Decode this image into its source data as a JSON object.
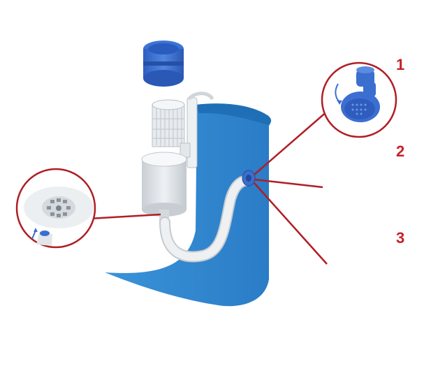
{
  "steps": [
    {
      "number": "1"
    },
    {
      "number": "2"
    },
    {
      "number": "3"
    }
  ],
  "colors": {
    "pool_wall": "#2f86d0",
    "pool_wall_dark": "#1f6fb6",
    "callout_ring": "#b01e24",
    "number_red": "#c62128",
    "fitting_blue": "#3a6fcf",
    "hose_white": "#eef0f2",
    "skimmer_grey": "#d8dde2"
  },
  "icons": [
    "arrow-rotate-icon",
    "arrow-up-icon"
  ]
}
